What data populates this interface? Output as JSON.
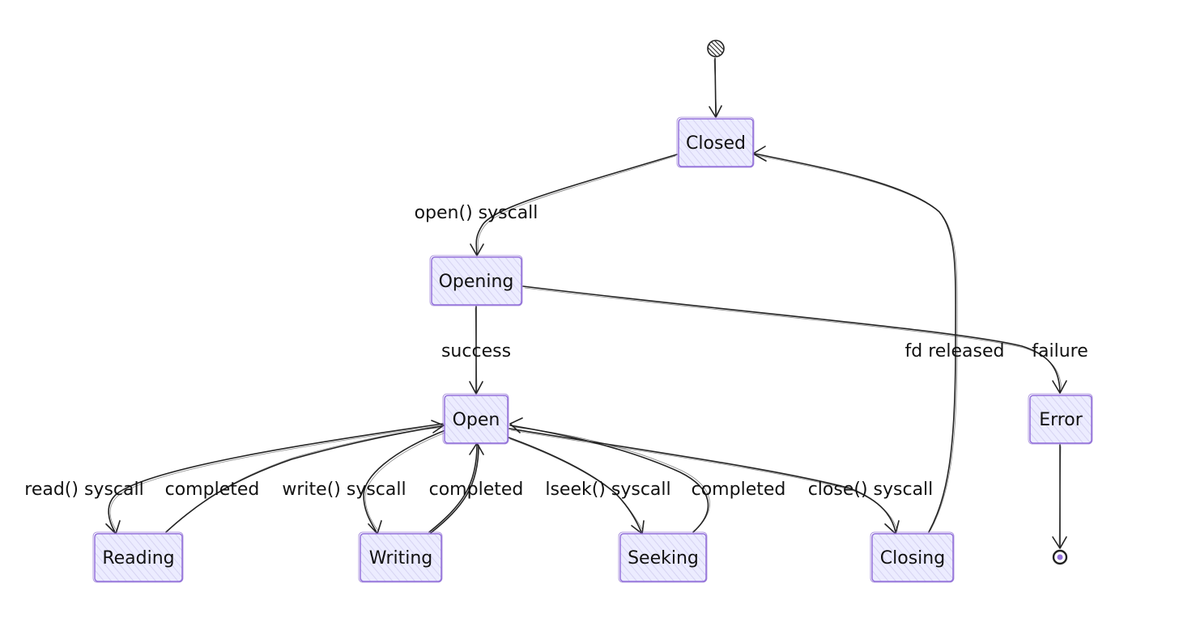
{
  "colors": {
    "node_fill": "#ececff",
    "node_border": "#9370db",
    "edge": "#222222",
    "text": "#111111",
    "background": "#ffffff"
  },
  "states": {
    "closed": "Closed",
    "opening": "Opening",
    "open": "Open",
    "error": "Error",
    "reading": "Reading",
    "writing": "Writing",
    "seeking": "Seeking",
    "closing": "Closing"
  },
  "transitions": {
    "open_syscall": "open() syscall",
    "success": "success",
    "failure": "failure",
    "fd_released": "fd released",
    "read_syscall": "read() syscall",
    "read_completed": "completed",
    "write_syscall": "write() syscall",
    "write_completed": "completed",
    "lseek_syscall": "lseek() syscall",
    "seek_completed": "completed",
    "close_syscall": "close() syscall"
  }
}
